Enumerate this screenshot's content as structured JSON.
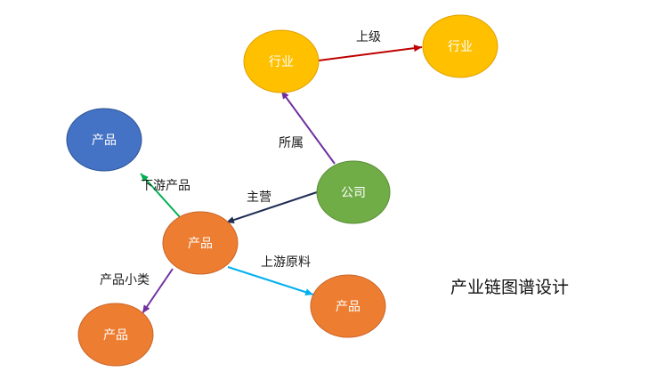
{
  "caption": "产业链图谱设计",
  "colors": {
    "industry": "#ffc000",
    "company": "#70ad47",
    "product_orange": "#ed7d31",
    "product_blue": "#4472c4",
    "edge_superior": "#c00000",
    "edge_belongs": "#7030a0",
    "edge_main": "#1f2d55",
    "edge_downstream": "#00b050",
    "edge_upstream": "#00b0f0",
    "edge_subcategory": "#7030a0"
  },
  "nodes": {
    "industry_left": "行业",
    "industry_right": "行业",
    "company": "公司",
    "product_center": "产品",
    "product_downstream": "产品",
    "product_upstream": "产品",
    "product_subcategory": "产品"
  },
  "edges": {
    "superior": "上级",
    "belongs": "所属",
    "main": "主营",
    "downstream": "下游产品",
    "upstream": "上游原料",
    "subcategory": "产品小类"
  }
}
